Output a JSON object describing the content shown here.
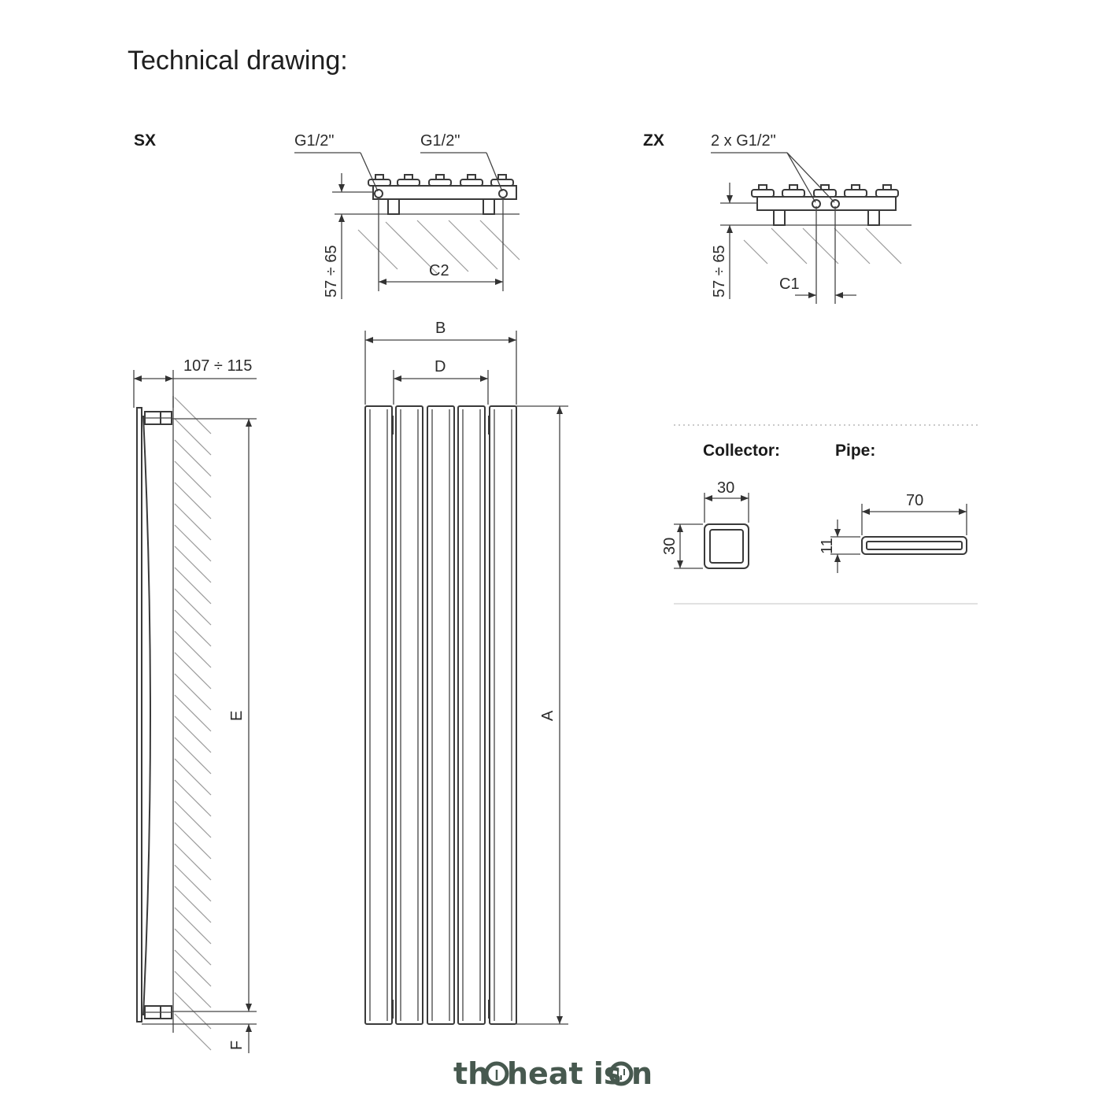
{
  "title": "Technical drawing:",
  "sx": {
    "label": "SX",
    "conn_left": "G1/2\"",
    "conn_right": "G1/2\"",
    "range": "57 ÷ 65",
    "dim": "C2"
  },
  "zx": {
    "label": "ZX",
    "conn": "2 x G1/2\"",
    "range": "57 ÷ 65",
    "dim": "C1"
  },
  "side": {
    "depth": "107 ÷ 115",
    "height_dim": "E",
    "bottom_dim": "F"
  },
  "front": {
    "width_dim": "B",
    "inner_dim": "D",
    "height_dim": "A"
  },
  "collector": {
    "label": "Collector:",
    "width": "30",
    "height": "30"
  },
  "pipe": {
    "label": "Pipe:",
    "width": "70",
    "height": "11"
  },
  "logo": {
    "prefix": "th",
    "middle": " heat is",
    "suffix": "n"
  }
}
